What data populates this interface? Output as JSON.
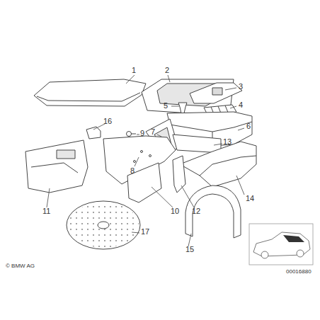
{
  "diagram": {
    "labels": [
      "1",
      "2",
      "3",
      "4",
      "5",
      "6",
      "7",
      "8",
      "9",
      "10",
      "11",
      "12",
      "13",
      "14",
      "15",
      "16",
      "17",
      "© BMW AG",
      "00016880"
    ]
  }
}
